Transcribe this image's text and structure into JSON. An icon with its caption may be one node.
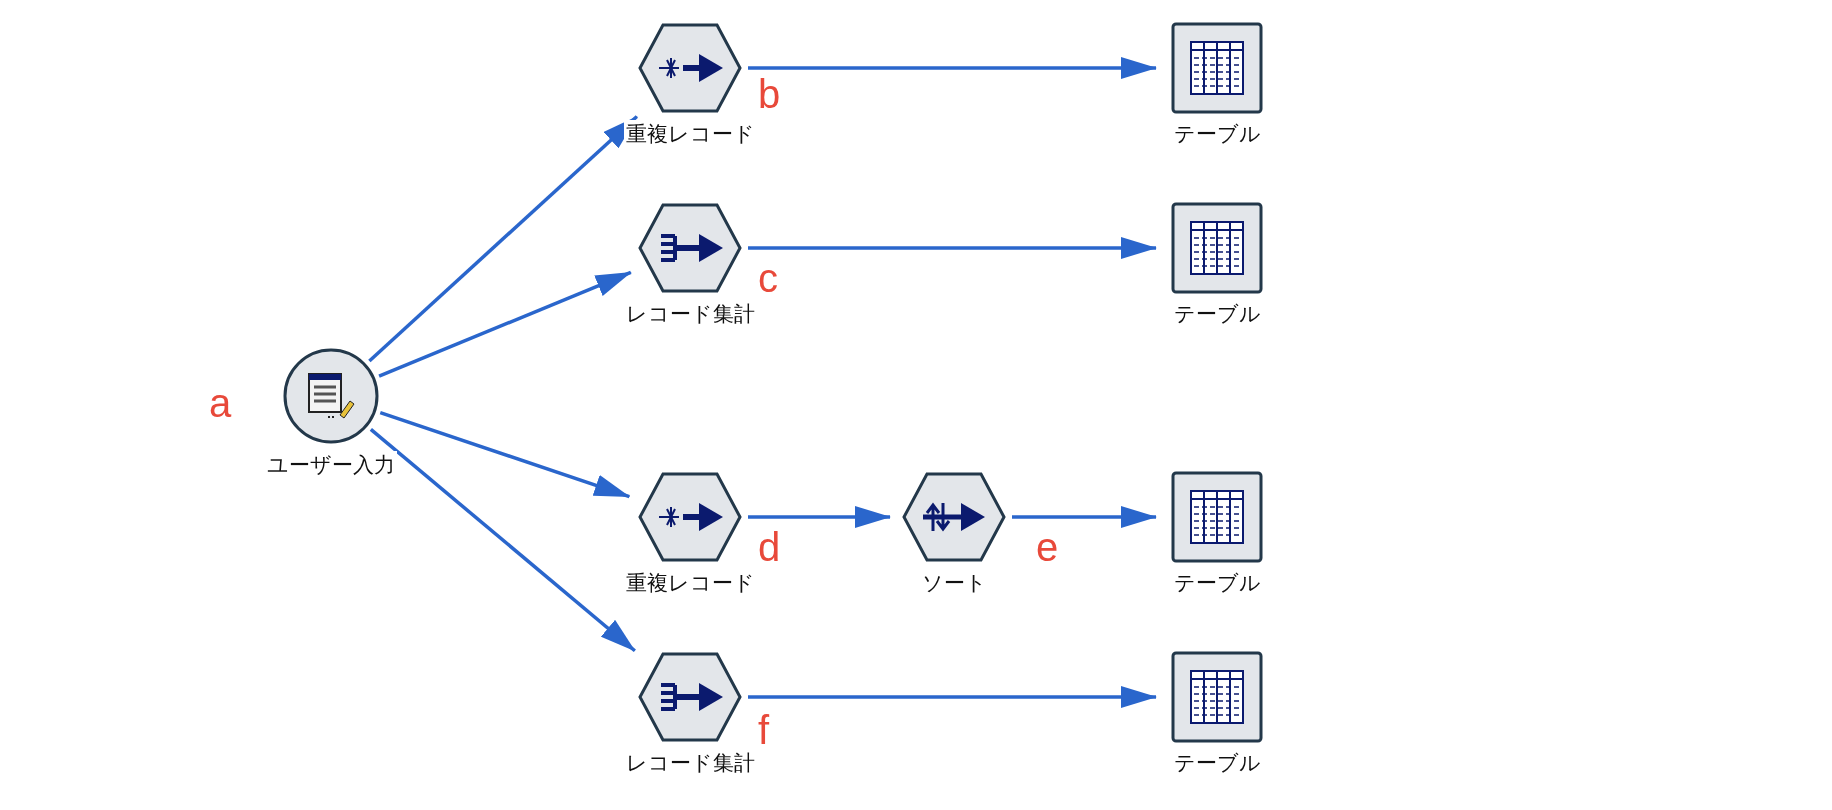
{
  "diagram": {
    "nodes": [
      {
        "text": [
          "ユーザー入力"
        ]
      },
      {
        "text": [
          "重複レコード"
        ]
      },
      {
        "text": [
          "レコード集計"
        ]
      },
      {
        "text": [
          "重複レコード"
        ]
      },
      {
        "text": [
          "レコード集計"
        ]
      },
      {
        "text": [
          "ソート"
        ]
      },
      {
        "text": [
          "テーブル"
        ]
      },
      {
        "text": [
          "テーブル"
        ]
      },
      {
        "text": [
          "テーブル"
        ]
      },
      {
        "text": [
          "テーブル"
        ]
      }
    ],
    "edges": [
      {
        "from": 0,
        "to": 1,
        "arrow": "to"
      },
      {
        "from": 0,
        "to": 2,
        "arrow": "to"
      },
      {
        "from": 0,
        "to": 3,
        "arrow": "to"
      },
      {
        "from": 0,
        "to": 4,
        "arrow": "to"
      },
      {
        "from": 1,
        "to": 6,
        "arrow": "to"
      },
      {
        "from": 2,
        "to": 7,
        "arrow": "to"
      },
      {
        "from": 3,
        "to": 5,
        "arrow": "to"
      },
      {
        "from": 5,
        "to": 8,
        "arrow": "to"
      },
      {
        "from": 4,
        "to": 9,
        "arrow": "to"
      }
    ],
    "labels": [
      "a",
      "b",
      "c",
      "d",
      "e",
      "f"
    ]
  }
}
